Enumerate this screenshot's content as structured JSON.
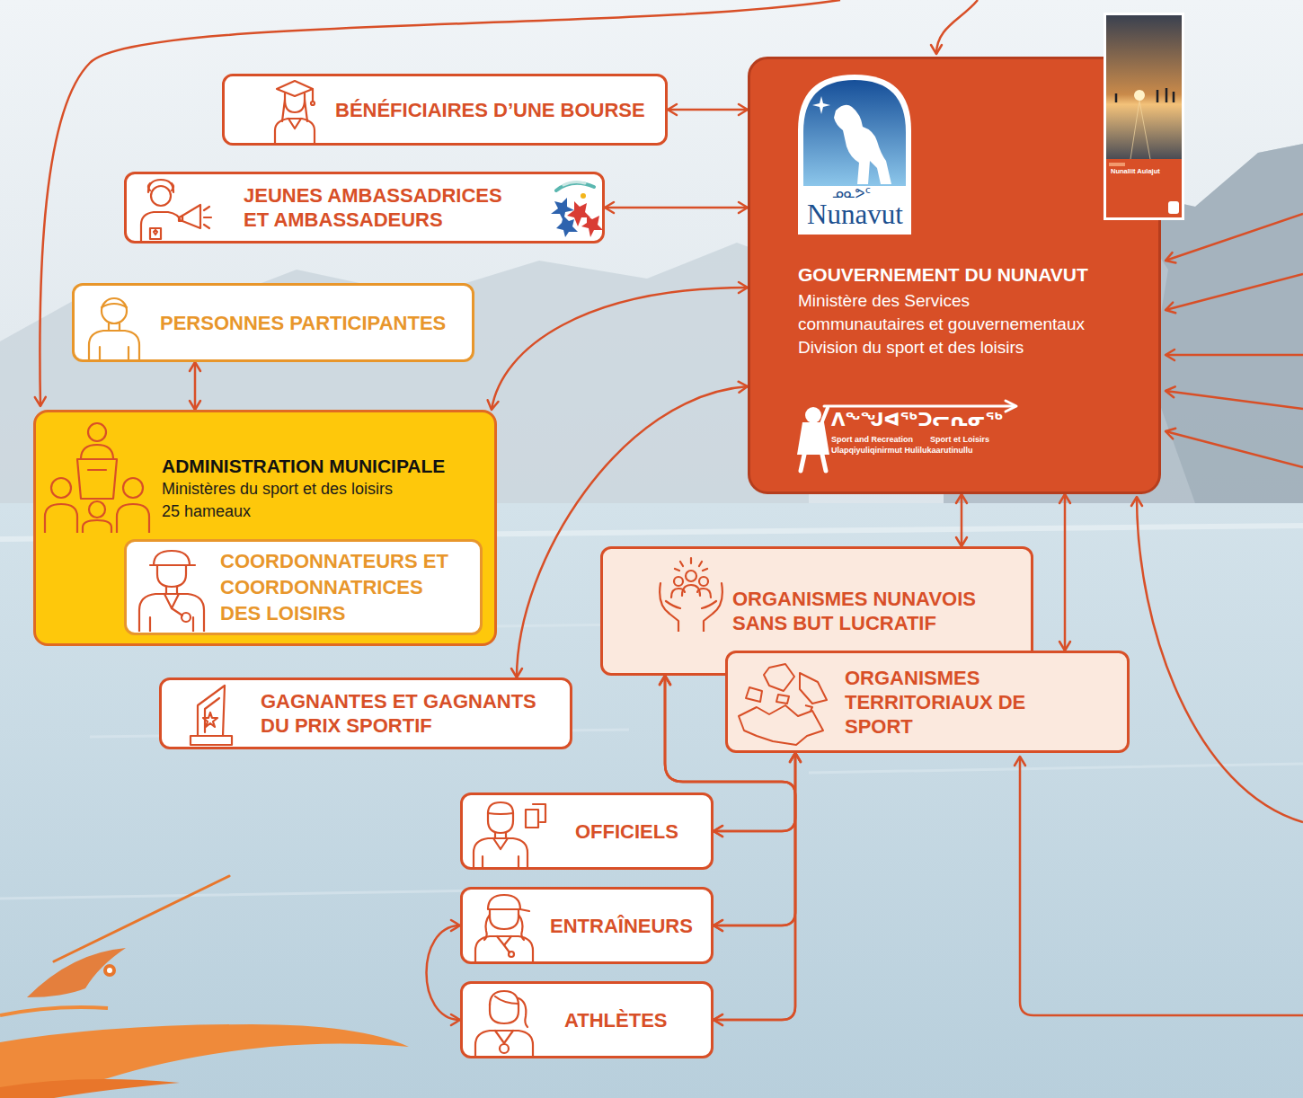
{
  "diagram": {
    "nodes": [
      {
        "text": [
          "BÉNÉFICIAIRES D’UNE BOURSE"
        ]
      },
      {
        "text": [
          "JEUNES AMBASSADRICES ET AMBASSADEURS"
        ]
      },
      {
        "text": [
          "GOUVERNEMENT DU NUNAVUT",
          "Ministère des Services communautaires et gouvernementaux",
          "Division du sport et des loisirs"
        ]
      },
      {
        "text": [
          "PERSONNES PARTICIPANTES"
        ]
      },
      {
        "text": [
          "ADMINISTRATION MUNICIPALE",
          "Ministères du sport et des loisirs",
          "25 hameaux"
        ]
      },
      {
        "text": [
          "COORDONNATEURS ET COORDONNATRICES DES LOISIRS"
        ],
        "in": 4
      },
      {
        "text": [
          "ORGANISMES NUNAVOIS SANS BUT LUCRATIF"
        ]
      },
      {
        "text": [
          "ORGANISMES TERRITORIAUX DE SPORT"
        ]
      },
      {
        "text": [
          "GAGNANTES ET GAGNANTS DU PRIX SPORTIF"
        ]
      },
      {
        "text": [
          "OFFICIELS"
        ]
      },
      {
        "text": [
          "ENTRAÎNEURS"
        ]
      },
      {
        "text": [
          "ATHLÈTES"
        ]
      }
    ],
    "edges": [
      {
        "from": 0,
        "to": 2,
        "arrow": "both"
      },
      {
        "from": 1,
        "to": 2,
        "arrow": "both"
      },
      {
        "from": 3,
        "to": 4,
        "arrow": "both"
      },
      {
        "from": 2,
        "to": 4,
        "arrow": "both"
      },
      {
        "from": 2,
        "to": 8,
        "arrow": "both"
      },
      {
        "from": 2,
        "to": 6,
        "arrow": "both"
      },
      {
        "from": 2,
        "to": 7,
        "arrow": "both"
      },
      {
        "from": 6,
        "to": 9,
        "arrow": "both"
      },
      {
        "from": 6,
        "to": 10,
        "arrow": "both"
      },
      {
        "from": 6,
        "to": 11,
        "arrow": "both"
      },
      {
        "from": 7,
        "to": 9,
        "arrow": "both"
      },
      {
        "from": 7,
        "to": 10,
        "arrow": "both"
      },
      {
        "from": 7,
        "to": 11,
        "arrow": "both"
      },
      {
        "from": 10,
        "to": 11,
        "arrow": "both"
      }
    ],
    "labels": [
      "ᓄᓇᕗᑦ",
      "Nunavut",
      "Nunaliit Aulajut",
      "ᐱᖕᖑᐊᖅᑐᓕᕆᓂᖅ",
      "Sport and Recreation",
      "Sport et Loisirs",
      "Ulapqiyuliqinirmut Hulilukaarutinullu"
    ]
  }
}
